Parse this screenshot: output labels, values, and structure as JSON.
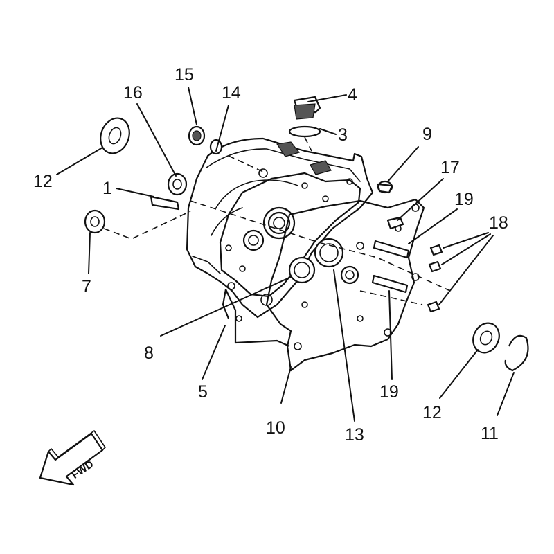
{
  "callouts": {
    "c1": "1",
    "c3": "3",
    "c4": "4",
    "c5": "5",
    "c7": "7",
    "c8": "8",
    "c9": "9",
    "c10": "10",
    "c11": "11",
    "c12a": "12",
    "c12b": "12",
    "c13": "13",
    "c14": "14",
    "c15": "15",
    "c16": "16",
    "c17": "17",
    "c18": "18",
    "c19a": "19",
    "c19b": "19"
  },
  "fwd_label": "FWD"
}
